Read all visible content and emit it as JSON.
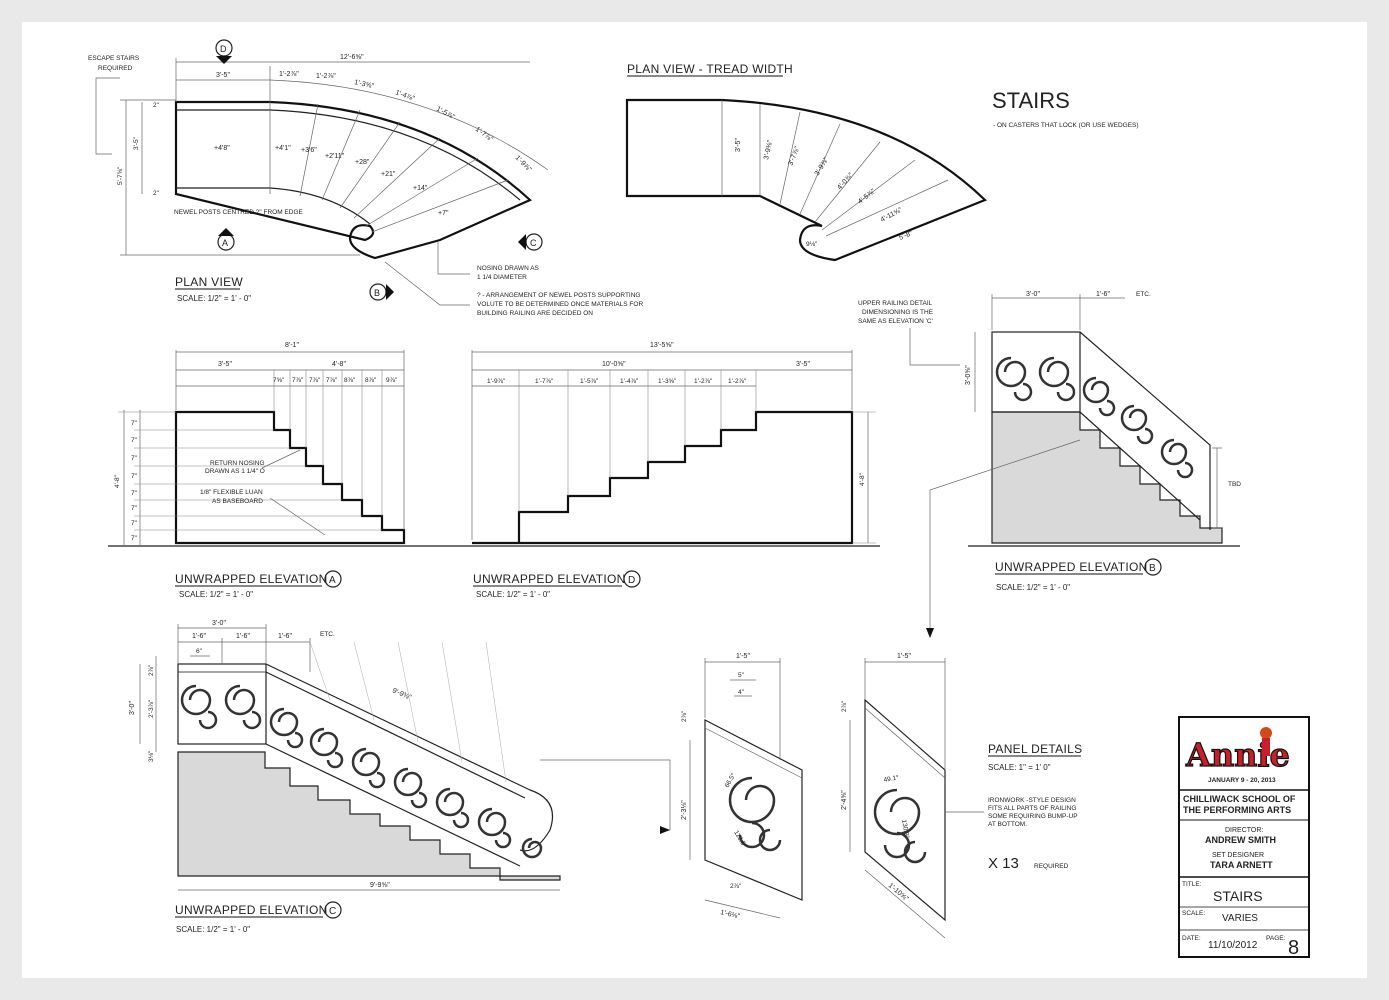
{
  "sheet_title": "STAIRS",
  "sheet_note": "- ON CASTERS THAT LOCK (OR USE WEDGES)",
  "plan": {
    "title": "PLAN VIEW",
    "scale": "SCALE: 1/2\" = 1' - 0\"",
    "escape_note": "ESCAPE STAIRS\nREQUIRED",
    "newel_note": "NEWEL POSTS CENTRED 2\" FROM EDGE",
    "nosing_note": "NOSING DRAWN AS\n1 1/4 DIAMETER",
    "arrangement_note": "? - ARRANGEMENT OF NEWEL POSTS SUPPORTING\nVOLUTE TO BE DETERMINED ONCE MATERIALS FOR\nBUILDING RAILING ARE DECIDED ON",
    "overall_width": "12'-6⅝\"",
    "left_depth": "3'-5\"",
    "top_segments": [
      "1'-2⅞\"",
      "1'-2⅞\"",
      "1'-3⅝\"",
      "1'-4⅞\"",
      "1'-5⅞\"",
      "1'-7⅞\"",
      "1'-9⅞\""
    ],
    "heights": [
      "+4'8\"",
      "+4'1\"",
      "+3'6\"",
      "+2'11\"",
      "+28\"",
      "+21\"",
      "+14\"",
      "+7\""
    ],
    "side_dim": "3'-5\"",
    "outer_dim": "5'-7⅝\"",
    "two_inch": "2\"",
    "markers": [
      "D",
      "A",
      "B",
      "C"
    ]
  },
  "tread_plan": {
    "title": "PLAN VIEW - TREAD WIDTH",
    "widths": [
      "3'-5\"",
      "3'-9⅜\"",
      "3'-7⅞\"",
      "3'-9⅞\"",
      "4'-0⅞\"",
      "4'-5⅞\"",
      "4'-11⅝\"",
      "5'-8\"",
      "9⅛\""
    ]
  },
  "elev_a": {
    "title": "UNWRAPPED ELEVATION",
    "marker": "A",
    "scale": "SCALE: 1/2\" = 1' - 0\"",
    "overall": "8'-1\"",
    "left": "3'-5\"",
    "right": "4'-8\"",
    "treads": [
      "7⅝\"",
      "7⅞\"",
      "7⅞\"",
      "7⅞\"",
      "8⅞\"",
      "8⅞\"",
      "9⅞\""
    ],
    "risers": [
      "7\"",
      "7\"",
      "7\"",
      "7\"",
      "7\"",
      "7\"",
      "7\"",
      "7\""
    ],
    "height": "4'-8\"",
    "return_note": "RETURN NOSING\nDRAWN AS 1 1/4\" O",
    "luan_note": "1/8\" FLEXIBLE LUAN\nAS BASEBOARD"
  },
  "elev_d": {
    "title": "UNWRAPPED ELEVATION",
    "marker": "D",
    "scale": "SCALE: 1/2\" = 1' - 0\"",
    "overall": "13'-5⅝\"",
    "left": "10'-0⅝\"",
    "right": "3'-5\"",
    "treads": [
      "1'-9⅞\"",
      "1'-7⅞\"",
      "1'-5⅞\"",
      "1'-4⅞\"",
      "1'-3⅝\"",
      "1'-2⅞\"",
      "1'-2⅞\""
    ],
    "height": "4'-8\""
  },
  "elev_b": {
    "title": "UNWRAPPED ELEVATION",
    "marker": "B",
    "scale": "SCALE: 1/2\" = 1' - 0\"",
    "top_a": "3'-0\"",
    "top_b": "1'-6\"",
    "etc": "ETC.",
    "side": "3'-0⅝\"",
    "tbd": "TBD",
    "upper_note": "UPPER RAILING DETAIL\nDIMENSIONING IS THE\nSAME AS ELEVATION 'C'"
  },
  "elev_c": {
    "title": "UNWRAPPED ELEVATION",
    "marker": "C",
    "scale": "SCALE: 1/2\" = 1' - 0\"",
    "top": "3'-0\"",
    "segs": [
      "1'-6\"",
      "1'-6\"",
      "1'-6\"",
      "ETC."
    ],
    "six": "6\"",
    "diag": "9'-9⅜\"",
    "bottom": "9'-9⅝\"",
    "side": "3'-0\"",
    "side_sub": [
      "2⅞\"",
      "2'-3⅞\"",
      "3⅛\""
    ]
  },
  "panel": {
    "title": "PANEL DETAILS",
    "scale": "SCALE: 1\" = 1' 0\"",
    "note": "IRONWORK -STYLE DESIGN\nFITS ALL PARTS OF RAILING\nSOME REQUIRING BUMP-UP\nAT BOTTOM.",
    "count": "X 13",
    "count_suffix": "REQUIRED",
    "p1": {
      "top": "1'-5\"",
      "five": "5\"",
      "four": "4\"",
      "h": "2'-3⅛\"",
      "a1": "66.5°",
      "a2": "113.5°",
      "tt": "2⅞\"",
      "bb": "2⅞\"",
      "base": "1'-6⅛\""
    },
    "p2": {
      "top": "1'-5\"",
      "h": "2'-4⅝\"",
      "tt": "2⅞\"",
      "a1": "49.1°",
      "a2": "130.9°",
      "base": "1'-10⅝\""
    }
  },
  "title_block": {
    "logo": "Annie",
    "dates": "JANUARY 9 - 20, 2013",
    "school": "CHILLIWACK SCHOOL OF\nTHE PERFORMING ARTS",
    "director_label": "DIRECTOR:",
    "director": "ANDREW SMITH",
    "designer_label": "SET DESIGNER",
    "designer": "TARA ARNETT",
    "title_label": "TITLE:",
    "title": "STAIRS",
    "scale_label": "SCALE:",
    "scale": "VARIES",
    "date_label": "DATE:",
    "date": "11/10/2012",
    "page_label": "PAGE:",
    "page": "8"
  }
}
